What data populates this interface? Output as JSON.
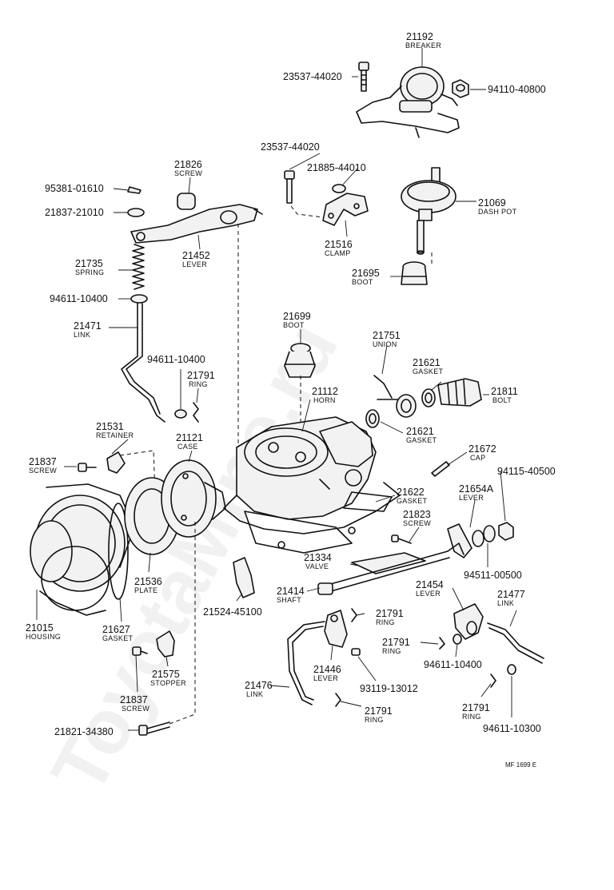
{
  "watermark": "ToyotaMine.ru",
  "figure_code": "MF 1699 E",
  "parts": [
    {
      "num": "21192",
      "name": "BREAKER"
    },
    {
      "num": "23537-44020",
      "name": ""
    },
    {
      "num": "94110-40800",
      "name": ""
    },
    {
      "num": "23537-44020",
      "name": ""
    },
    {
      "num": "21885-44010",
      "name": ""
    },
    {
      "num": "21516",
      "name": "CLAMP"
    },
    {
      "num": "21069",
      "name": "DASH POT"
    },
    {
      "num": "21695",
      "name": "BOOT"
    },
    {
      "num": "21826",
      "name": "SCREW"
    },
    {
      "num": "95381-01610",
      "name": ""
    },
    {
      "num": "21837-21010",
      "name": ""
    },
    {
      "num": "21452",
      "name": "LEVER"
    },
    {
      "num": "21735",
      "name": "SPRING"
    },
    {
      "num": "94611-10400",
      "name": ""
    },
    {
      "num": "21471",
      "name": "LINK"
    },
    {
      "num": "94611-10400",
      "name": ""
    },
    {
      "num": "21791",
      "name": "RING"
    },
    {
      "num": "21699",
      "name": "BOOT"
    },
    {
      "num": "21751",
      "name": "UNION"
    },
    {
      "num": "21621",
      "name": "GASKET"
    },
    {
      "num": "21811",
      "name": "BOLT"
    },
    {
      "num": "21112",
      "name": "HORN"
    },
    {
      "num": "21621",
      "name": "GASKET"
    },
    {
      "num": "21531",
      "name": "RETAINER"
    },
    {
      "num": "21121",
      "name": "CASE"
    },
    {
      "num": "21837",
      "name": "SCREW"
    },
    {
      "num": "21672",
      "name": "CAP"
    },
    {
      "num": "94115-40500",
      "name": ""
    },
    {
      "num": "21654A",
      "name": "LEVER"
    },
    {
      "num": "21622",
      "name": "GASKET"
    },
    {
      "num": "21823",
      "name": "SCREW"
    },
    {
      "num": "94511-00500",
      "name": ""
    },
    {
      "num": "21334",
      "name": "VALVE"
    },
    {
      "num": "21536",
      "name": "PLATE"
    },
    {
      "num": "21414",
      "name": "SHAFT"
    },
    {
      "num": "21454",
      "name": "LEVER"
    },
    {
      "num": "21477",
      "name": "LINK"
    },
    {
      "num": "21524-45100",
      "name": ""
    },
    {
      "num": "21015",
      "name": "HOUSING"
    },
    {
      "num": "21627",
      "name": "GASKET"
    },
    {
      "num": "21791",
      "name": "RING"
    },
    {
      "num": "21791",
      "name": "RING"
    },
    {
      "num": "94611-10400",
      "name": ""
    },
    {
      "num": "21575",
      "name": "STOPPER"
    },
    {
      "num": "21446",
      "name": "LEVER"
    },
    {
      "num": "93119-13012",
      "name": ""
    },
    {
      "num": "21476",
      "name": "LINK"
    },
    {
      "num": "21837",
      "name": "SCREW"
    },
    {
      "num": "21791",
      "name": "RING"
    },
    {
      "num": "21791",
      "name": "RING"
    },
    {
      "num": "94611-10300",
      "name": ""
    },
    {
      "num": "21821-34380",
      "name": ""
    }
  ]
}
